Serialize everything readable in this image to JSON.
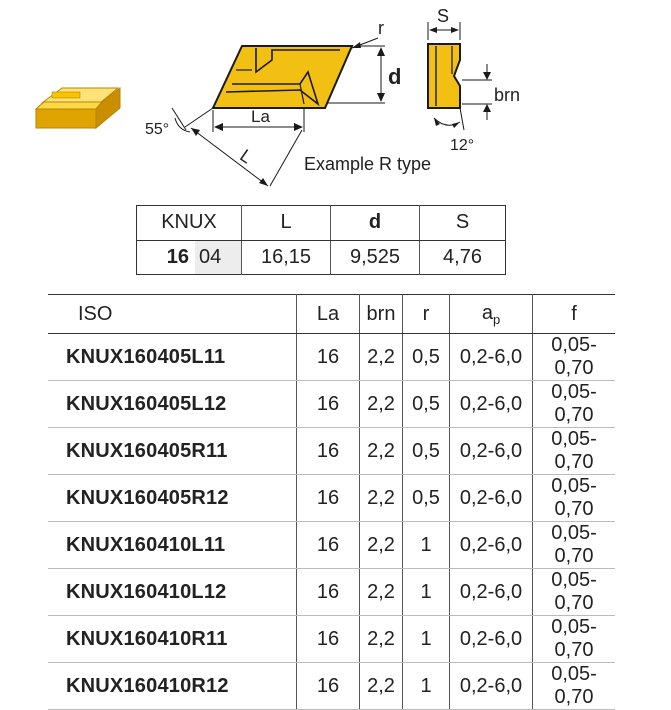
{
  "diagram": {
    "label_r": "r",
    "label_s": "S",
    "label_d": "d",
    "label_brn": "brn",
    "label_la": "La",
    "label_l": "L",
    "label_angle_55": "55°",
    "label_angle_12": "12°",
    "caption": "Example R type",
    "colors": {
      "insert_fill": "#f2c012",
      "insert_dark": "#b88600",
      "outline": "#1a1a1a"
    }
  },
  "knux_table": {
    "headers": {
      "name": "KNUX",
      "l": "L",
      "d": "d",
      "s": "S"
    },
    "row": {
      "size_a": "16",
      "size_b": "04",
      "l": "16,15",
      "d": "9,525",
      "s": "4,76"
    }
  },
  "iso_table": {
    "headers": {
      "iso": "ISO",
      "la": "La",
      "brn": "brn",
      "r": "r",
      "ap_main": "a",
      "ap_sub": "p",
      "f": "f"
    },
    "rows": [
      {
        "iso": "KNUX160405L11",
        "la": "16",
        "brn": "2,2",
        "r": "0,5",
        "ap": "0,2-6,0",
        "f": "0,05-0,70"
      },
      {
        "iso": "KNUX160405L12",
        "la": "16",
        "brn": "2,2",
        "r": "0,5",
        "ap": "0,2-6,0",
        "f": "0,05-0,70"
      },
      {
        "iso": "KNUX160405R11",
        "la": "16",
        "brn": "2,2",
        "r": "0,5",
        "ap": "0,2-6,0",
        "f": "0,05-0,70"
      },
      {
        "iso": "KNUX160405R12",
        "la": "16",
        "brn": "2,2",
        "r": "0,5",
        "ap": "0,2-6,0",
        "f": "0,05-0,70"
      },
      {
        "iso": "KNUX160410L11",
        "la": "16",
        "brn": "2,2",
        "r": "1",
        "ap": "0,2-6,0",
        "f": "0,05-0,70"
      },
      {
        "iso": "KNUX160410L12",
        "la": "16",
        "brn": "2,2",
        "r": "1",
        "ap": "0,2-6,0",
        "f": "0,05-0,70"
      },
      {
        "iso": "KNUX160410R11",
        "la": "16",
        "brn": "2,2",
        "r": "1",
        "ap": "0,2-6,0",
        "f": "0,05-0,70"
      },
      {
        "iso": "KNUX160410R12",
        "la": "16",
        "brn": "2,2",
        "r": "1",
        "ap": "0,2-6,0",
        "f": "0,05-0,70"
      }
    ]
  }
}
